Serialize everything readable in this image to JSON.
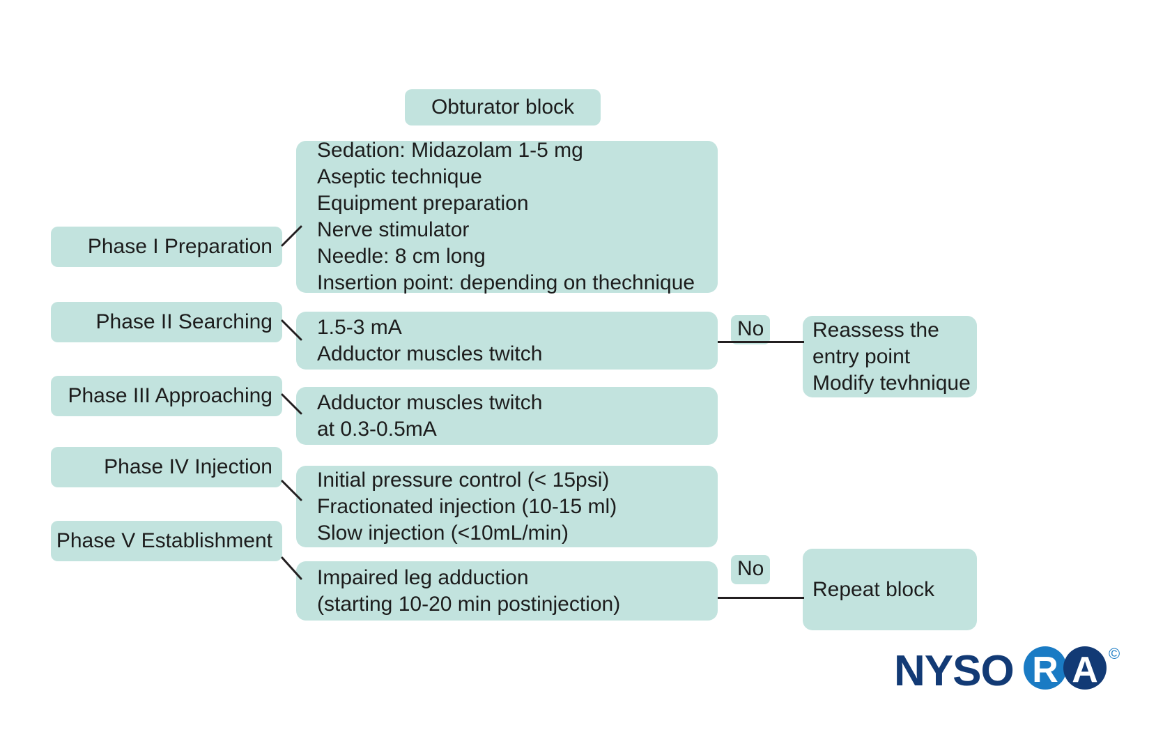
{
  "diagram": {
    "title": "Obturator block",
    "accent_color": "#c2e3de",
    "line_color": "#231f20",
    "text_color": "#1c1c1c"
  },
  "phases": [
    {
      "label": "Phase I Preparation"
    },
    {
      "label": "Phase II Searching"
    },
    {
      "label": "Phase III Approaching"
    },
    {
      "label": "Phase IV Injection"
    },
    {
      "label": "Phase V Establishment"
    }
  ],
  "details": [
    {
      "name": "preparation-details",
      "lines": "Sedation: Midazolam 1-5 mg\nAseptic technique\nEquipment preparation\nNerve stimulator\nNeedle: 8 cm long\nInsertion point: depending on thechnique"
    },
    {
      "name": "searching-details",
      "lines": "1.5-3 mA\nAdductor muscles twitch"
    },
    {
      "name": "approaching-details",
      "lines": "Adductor muscles twitch\nat 0.3-0.5mA"
    },
    {
      "name": "injection-details",
      "lines": "Initial pressure control (< 15psi)\nFractionated injection (10-15 ml)\nSlow injection (<10mL/min)"
    },
    {
      "name": "establishment-details",
      "lines": "Impaired leg adduction\n(starting 10-20 min postinjection)"
    }
  ],
  "branches": [
    {
      "name": "reassess-branch",
      "condition_label": "No",
      "outcome": "Reassess the\nentry point\nModify tevhnique"
    },
    {
      "name": "repeat-branch",
      "condition_label": "No",
      "outcome": "Repeat block"
    }
  ],
  "logo": {
    "prefix": "NYSO",
    "letter_r": "R",
    "letter_a": "A",
    "copyright": "©",
    "navy": "#123a75",
    "blue": "#1a7bc4"
  }
}
